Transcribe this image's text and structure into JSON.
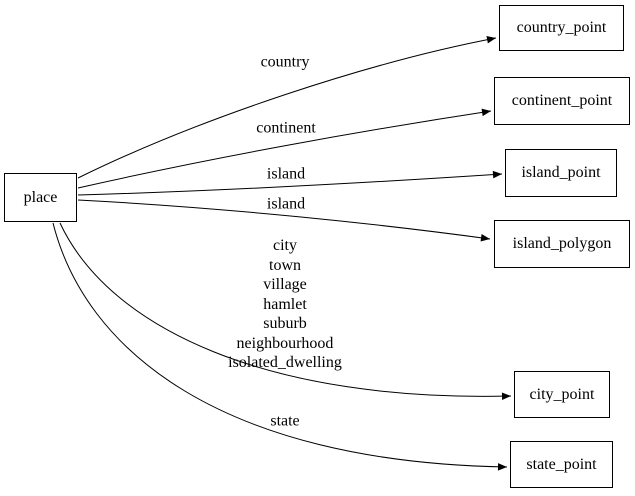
{
  "diagram": {
    "background_color": "#ffffff",
    "edge_color": "#000000",
    "node_border_color": "#000000",
    "text_color": "#000000",
    "nodes": [
      {
        "id": "place",
        "label": "place"
      },
      {
        "id": "country_point",
        "label": "country_point"
      },
      {
        "id": "continent_point",
        "label": "continent_point"
      },
      {
        "id": "island_point",
        "label": "island_point"
      },
      {
        "id": "island_polygon",
        "label": "island_polygon"
      },
      {
        "id": "city_point",
        "label": "city_point"
      },
      {
        "id": "state_point",
        "label": "state_point"
      }
    ],
    "edges": [
      {
        "from": "place",
        "to": "country_point",
        "label": "country"
      },
      {
        "from": "place",
        "to": "continent_point",
        "label": "continent"
      },
      {
        "from": "place",
        "to": "island_point",
        "label": "island"
      },
      {
        "from": "place",
        "to": "island_polygon",
        "label": "island"
      },
      {
        "from": "place",
        "to": "city_point",
        "label": "city\ntown\nvillage\nhamlet\nsuburb\nneighbourhood\nisolated_dwelling"
      },
      {
        "from": "place",
        "to": "state_point",
        "label": "state"
      }
    ]
  }
}
